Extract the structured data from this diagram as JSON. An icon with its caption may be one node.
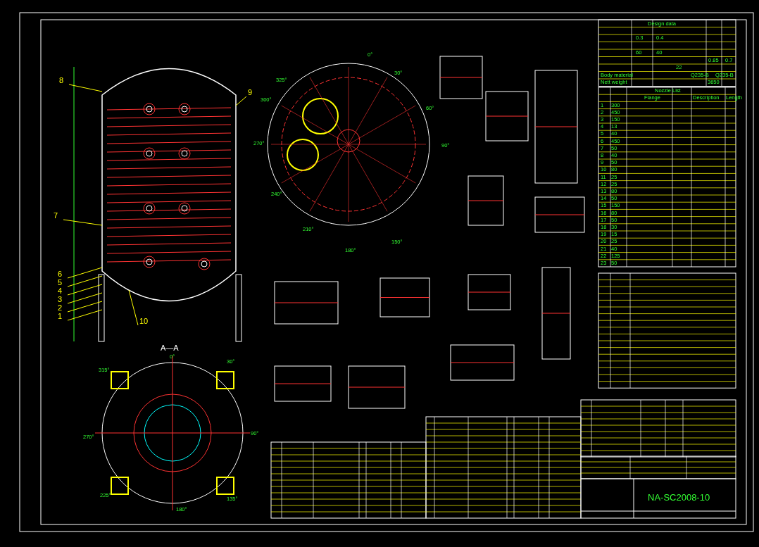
{
  "diagram": {
    "nodes": [
      {
        "text": [
          "8"
        ]
      },
      {
        "text": [
          "9"
        ]
      },
      {
        "text": [
          "7"
        ]
      },
      {
        "text": [
          "6"
        ]
      },
      {
        "text": [
          "5"
        ]
      },
      {
        "text": [
          "4"
        ]
      },
      {
        "text": [
          "3"
        ]
      },
      {
        "text": [
          "2"
        ]
      },
      {
        "text": [
          "1"
        ]
      },
      {
        "text": [
          "10"
        ]
      },
      {
        "text": [],
        "shape": "picture"
      }
    ],
    "edges": [
      {
        "from": 0,
        "to": 10,
        "arrow": "none"
      },
      {
        "from": 1,
        "to": 10,
        "arrow": "none"
      },
      {
        "from": 2,
        "to": 10,
        "arrow": "none"
      },
      {
        "from": 3,
        "to": 10,
        "arrow": "none"
      },
      {
        "from": 4,
        "to": 10,
        "arrow": "none"
      },
      {
        "from": 5,
        "to": 10,
        "arrow": "none"
      },
      {
        "from": 6,
        "to": 10,
        "arrow": "none"
      },
      {
        "from": 7,
        "to": 10,
        "arrow": "none"
      },
      {
        "from": 8,
        "to": 10,
        "arrow": "none"
      },
      {
        "from": 9,
        "to": 10,
        "arrow": "none"
      }
    ],
    "labels": [
      "A—A",
      "0°",
      "30°",
      "90°",
      "135°",
      "180°",
      "225°",
      "270°",
      "315°",
      "0°",
      "30°",
      "60°",
      "90°",
      "150°",
      "180°",
      "210°",
      "240°",
      "270°",
      "300°",
      "325°",
      "Design data",
      "0.3",
      "0.4",
      "60",
      "40",
      "0.85",
      "0.7",
      "22",
      "Body material",
      "Q235-B",
      "Q235-B",
      "Nett weight",
      "3650",
      "Nozzle List",
      "Flange",
      "Description",
      "Length",
      "1",
      "300",
      "2",
      "450",
      "3",
      "150",
      "4",
      "13",
      "5",
      "40",
      "6",
      "450",
      "7",
      "50",
      "8",
      "40",
      "9",
      "50",
      "10",
      "80",
      "11",
      "25",
      "12",
      "25",
      "13",
      "80",
      "14",
      "50",
      "15",
      "150",
      "16",
      "80",
      "17",
      "50",
      "18",
      "30",
      "19",
      "15",
      "20",
      "25",
      "21",
      "40",
      "22",
      "125",
      "23",
      "50",
      "NA-SC2008-10"
    ]
  }
}
